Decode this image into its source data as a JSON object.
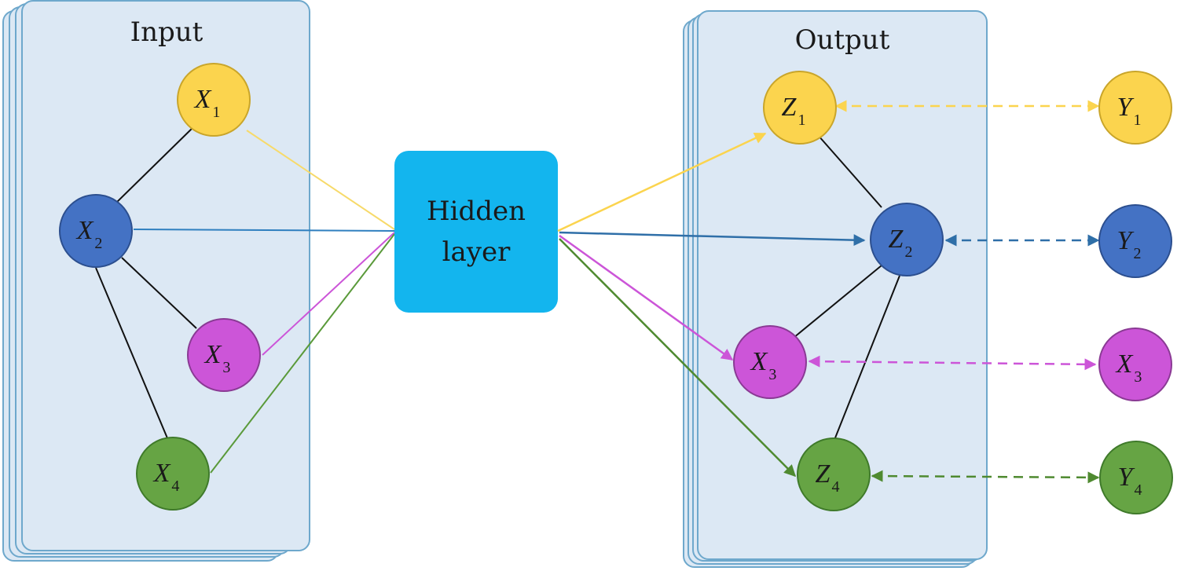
{
  "input_panel": {
    "title": "Input"
  },
  "output_panel": {
    "title": "Output"
  },
  "hidden_layer": {
    "line1": "Hidden",
    "line2": "layer"
  },
  "colors": {
    "yellow": "#fbd44e",
    "blue": "#4472c4",
    "purple": "#cc55d8",
    "green": "#66a444",
    "hidden": "#13b5ee",
    "panel_fill": "#dce8f4",
    "panel_stroke": "#6ea8cc"
  },
  "input_nodes": [
    {
      "id": "x1",
      "letter": "X",
      "sub": "1",
      "color": "yellow"
    },
    {
      "id": "x2",
      "letter": "X",
      "sub": "2",
      "color": "blue"
    },
    {
      "id": "x3",
      "letter": "X",
      "sub": "3",
      "color": "purple"
    },
    {
      "id": "x4",
      "letter": "X",
      "sub": "4",
      "color": "green"
    }
  ],
  "output_nodes": [
    {
      "id": "z1",
      "letter": "Z",
      "sub": "1",
      "color": "yellow"
    },
    {
      "id": "z2",
      "letter": "Z",
      "sub": "2",
      "color": "blue"
    },
    {
      "id": "z3",
      "letter": "X",
      "sub": "3",
      "color": "purple"
    },
    {
      "id": "z4",
      "letter": "Z",
      "sub": "4",
      "color": "green"
    }
  ],
  "target_nodes": [
    {
      "id": "y1",
      "letter": "Y",
      "sub": "1",
      "color": "yellow"
    },
    {
      "id": "y2",
      "letter": "Y",
      "sub": "2",
      "color": "blue"
    },
    {
      "id": "y3",
      "letter": "X",
      "sub": "3",
      "color": "purple"
    },
    {
      "id": "y4",
      "letter": "Y",
      "sub": "4",
      "color": "green"
    }
  ]
}
